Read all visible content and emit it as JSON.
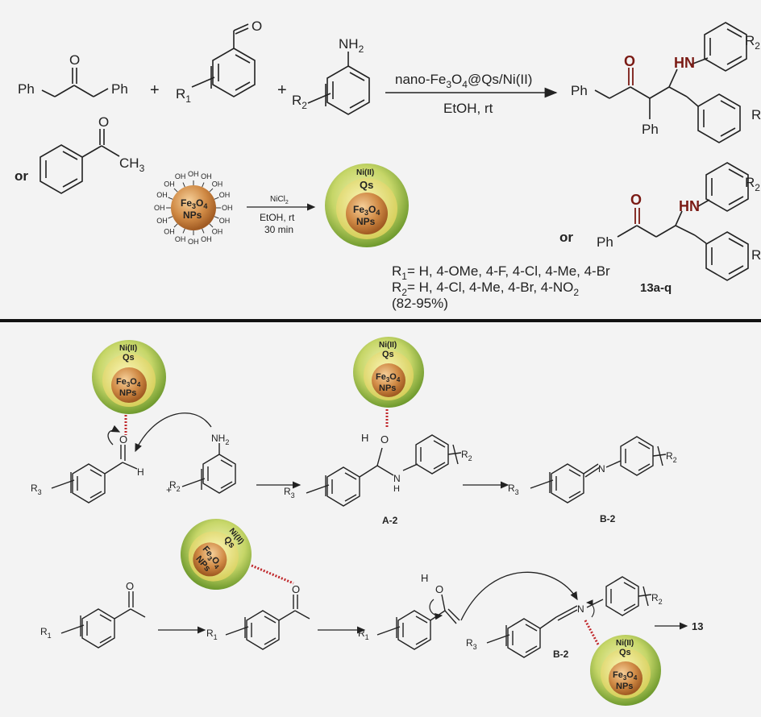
{
  "colors": {
    "background": "#f3f3f3",
    "bond": "#222222",
    "heteroatom_red": "#7a1a14",
    "shell_outer": "#7fa83a",
    "shell_yellow": "#e6e07a",
    "core": "#c07a3a",
    "divider": "#111111",
    "hbond": "#c0282c"
  },
  "reaction": {
    "reactant1": {
      "ph_left": "Ph",
      "ph_right": "Ph",
      "oxygen": "O"
    },
    "plus": "+",
    "aldehyde": {
      "r": "R",
      "r_sub": "1",
      "oxygen": "O"
    },
    "aniline": {
      "nh": "NH",
      "nh_sub": "2",
      "r": "R",
      "r_sub": "2"
    },
    "conditions": {
      "catalyst_prefix": "nano-Fe",
      "catalyst_sub1": "3",
      "catalyst_o": "O",
      "catalyst_sub2": "4",
      "catalyst_suffix": "@Qs/Ni(II)",
      "solvent": "EtOH, rt"
    },
    "product1": {
      "ph_left": "Ph",
      "ph_bottom": "Ph",
      "oxygen": "O",
      "hn": "HN",
      "r2": "R",
      "r2_sub": "2",
      "r_right": "R"
    },
    "or_label": "or",
    "acetophenone": {
      "oxygen": "O",
      "methyl": "CH",
      "methyl_sub": "3"
    },
    "nanoparticle": {
      "hydroxyl": "OH",
      "core_fe": "Fe",
      "core_sub1": "3",
      "core_o": "O",
      "core_sub2": "4",
      "core_nps": "NPs"
    },
    "prep_conditions": {
      "reagent": "NiCl",
      "reagent_sub": "2",
      "solvent": "EtOH, rt",
      "time": "30 min"
    },
    "catalyst_sphere": {
      "ni": "Ni(II)",
      "qs": "Qs",
      "fe": "Fe",
      "sub1": "3",
      "o": "O",
      "sub2": "4",
      "nps": "NPs"
    },
    "product2": {
      "ph": "Ph",
      "oxygen": "O",
      "hn": "HN",
      "r2": "R",
      "r2_sub": "2",
      "r_right": "R"
    },
    "substituents": {
      "r1": "= H, 4-OMe, 4-F, 4-Cl, 4-Me, 4-Br",
      "r2": "= H, 4-Cl, 4-Me, 4-Br, 4-NO",
      "r2_tail_sub": "2",
      "r1_label": "R",
      "r1_sub": "1",
      "r2_label": "R",
      "r2_sub": "2",
      "yield": "(82-95%)"
    },
    "product_code": "13a-q"
  },
  "mechanism": {
    "r3": "R",
    "r3_sub": "3",
    "r2": "R",
    "r2_sub": "2",
    "r1": "R",
    "r1_sub": "1",
    "h": "H",
    "o": "O",
    "nh": "NH",
    "nh_sub": "2",
    "n_h": "N",
    "n_h_h": "H",
    "n": "N",
    "plus": "+",
    "label_a2": "A-2",
    "label_b2": "B-2",
    "label_b2_lower": "B-2",
    "final": "13"
  }
}
